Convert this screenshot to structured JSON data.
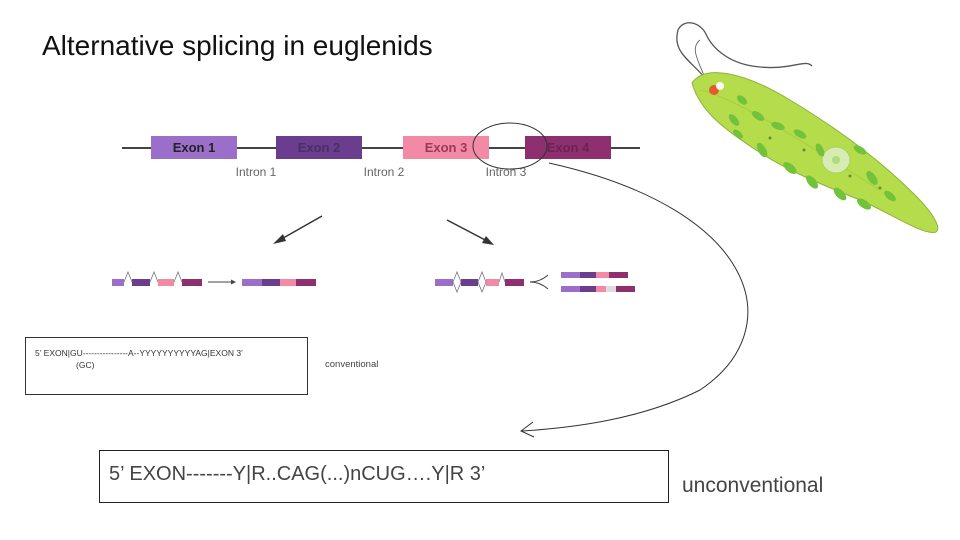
{
  "title": "Alternative splicing in euglenids",
  "gene": {
    "exons": [
      {
        "label": "Exon 1",
        "color": "#9b6fc9"
      },
      {
        "label": "Exon 2",
        "color": "#6a3d8f"
      },
      {
        "label": "Exon 3",
        "color": "#f28aa5"
      },
      {
        "label": "Exon 4",
        "color": "#8e2f6f"
      }
    ],
    "introns": [
      "Intron 1",
      "Intron 2",
      "Intron 3"
    ]
  },
  "conventional": {
    "sequence": "5’ EXON|GU----------------A--YYYYYYYYYYAG|EXON 3’",
    "note": "(GC)",
    "label": "conventional"
  },
  "unconventional": {
    "sequence": "5’ EXON-------Y|R..CAG(...)nCUG….Y|R 3’",
    "label": "unconventional"
  },
  "colors": {
    "exon_light": "#9b6fc9",
    "exon_dark": "#6a3d8f",
    "exon_pink": "#f28aa5",
    "exon_magenta": "#8e2f6f",
    "euglena_body": "#b5dc4a",
    "euglena_chloroplast": "#72c23c"
  },
  "icons": [
    "euglena-illustration",
    "curved-arrow-icon"
  ]
}
